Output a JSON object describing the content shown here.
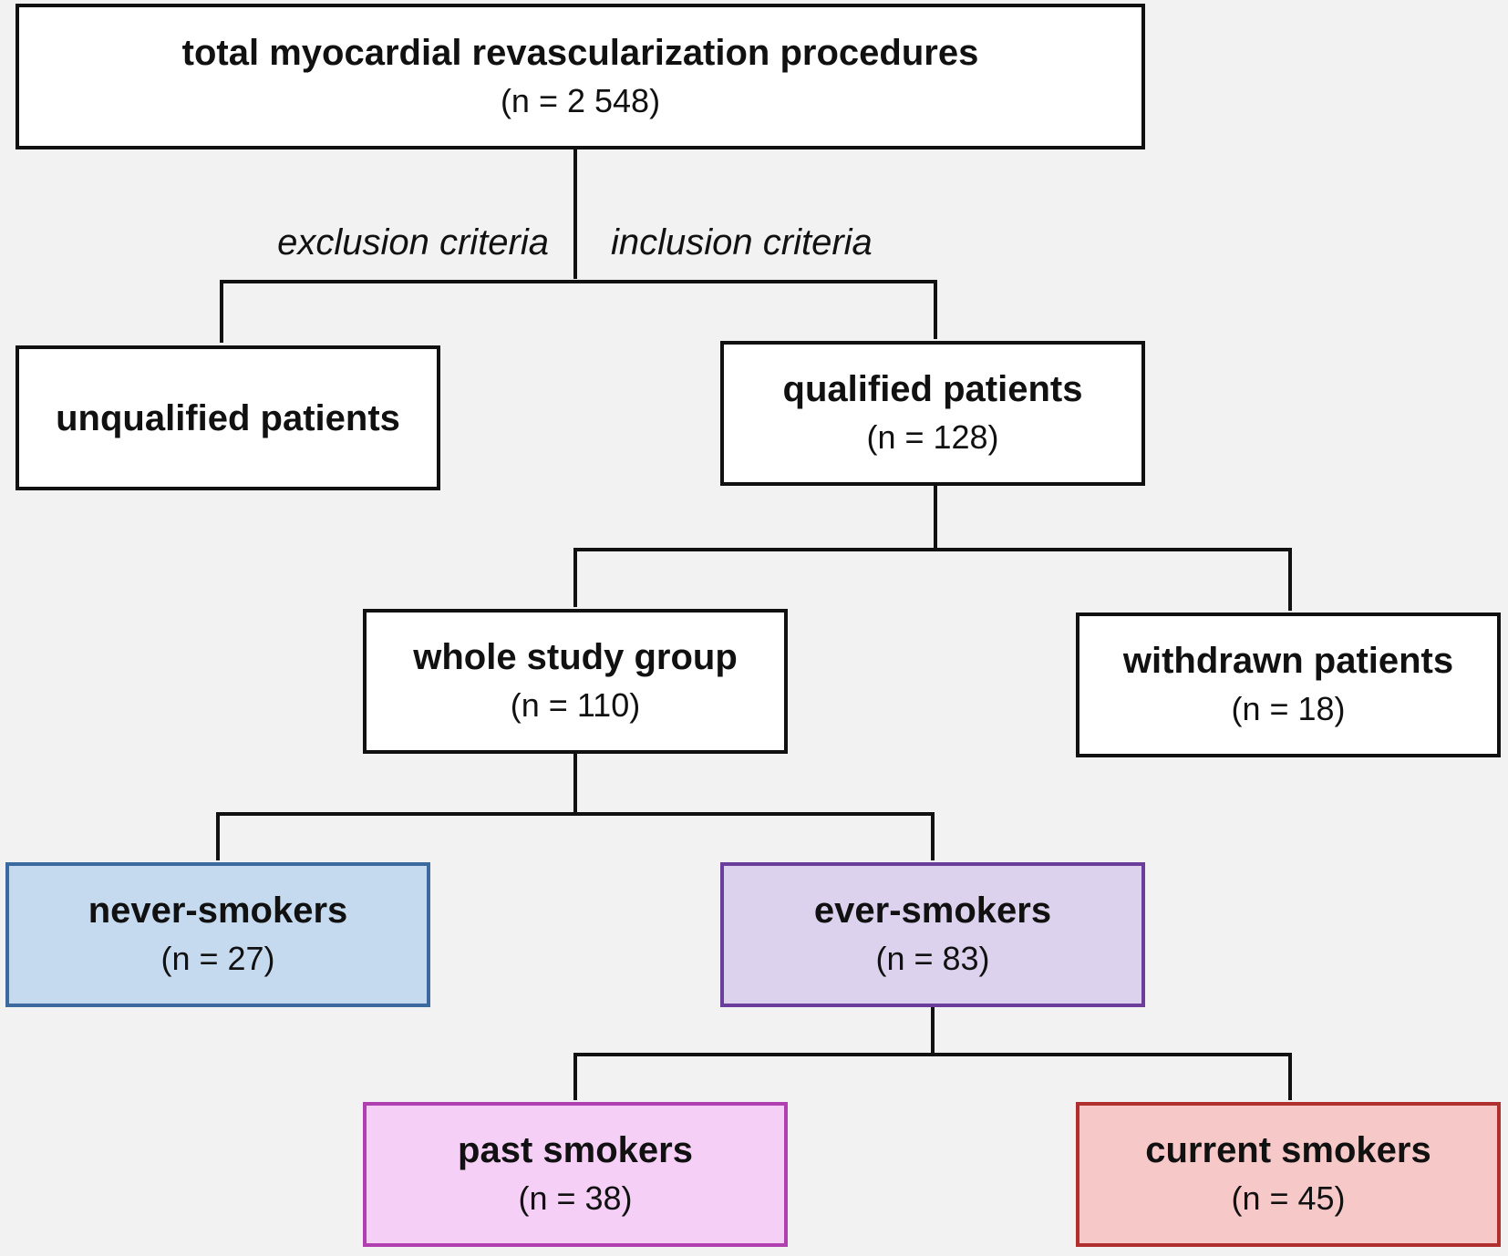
{
  "nodes": {
    "total": {
      "title": "total myocardial revascularization procedures",
      "count": "(n = 2 548)"
    },
    "unqualified": {
      "title": "unqualified patients"
    },
    "qualified": {
      "title": "qualified patients",
      "count": "(n = 128)"
    },
    "whole": {
      "title": "whole study group",
      "count": "(n = 110)"
    },
    "withdrawn": {
      "title": "withdrawn patients",
      "count": "(n = 18)"
    },
    "never": {
      "title": "never-smokers",
      "count": "(n = 27)",
      "fill": "#c5d9ef",
      "border": "#3d6a9e"
    },
    "ever": {
      "title": "ever-smokers",
      "count": "(n = 83)",
      "fill": "#dcd2ee",
      "border": "#6a3e9a"
    },
    "past": {
      "title": "past smokers",
      "count": "(n = 38)",
      "fill": "#f5cff5",
      "border": "#b03fb0"
    },
    "current": {
      "title": "current smokers",
      "count": "(n = 45)",
      "fill": "#f7c8c8",
      "border": "#b03030"
    }
  },
  "criteria": {
    "exclusion": "exclusion criteria",
    "inclusion": "inclusion criteria"
  },
  "edges": [
    [
      "total",
      "unqualified"
    ],
    [
      "total",
      "qualified"
    ],
    [
      "qualified",
      "whole"
    ],
    [
      "qualified",
      "withdrawn"
    ],
    [
      "whole",
      "never"
    ],
    [
      "whole",
      "ever"
    ],
    [
      "ever",
      "past"
    ],
    [
      "ever",
      "current"
    ]
  ]
}
